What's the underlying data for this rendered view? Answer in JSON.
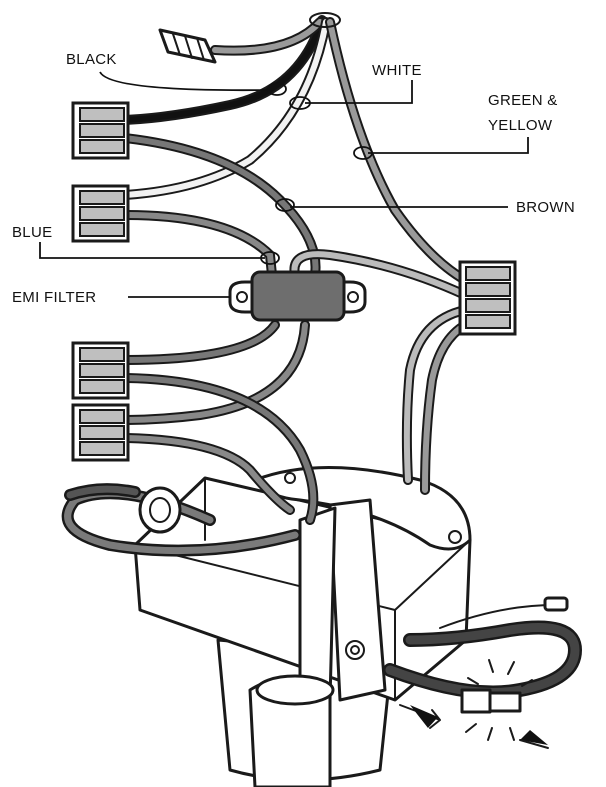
{
  "labels": {
    "black": "BLACK",
    "white": "WHITE",
    "green_yellow_line1": "GREEN &",
    "green_yellow_line2": "YELLOW",
    "brown": "BROWN",
    "blue": "BLUE",
    "emi_filter": "EMI FILTER"
  },
  "colors": {
    "black_wire": "#111111",
    "white_wire": "#f2f2f2",
    "green_yellow_wire": "#9a9a9a",
    "brown_wire": "#777777",
    "blue_wire": "#888888",
    "connector_slot": "#bfbfbf",
    "filter_body": "#6e6e6e"
  }
}
